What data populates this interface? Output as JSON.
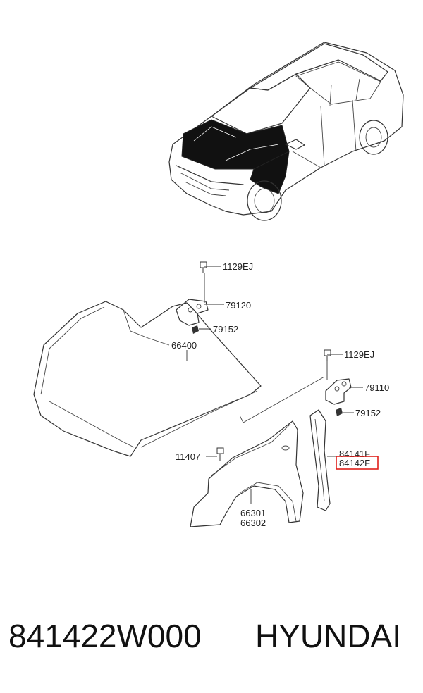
{
  "labels": {
    "bolt_hood_hinge": "1129EJ",
    "hinge_hood_lh": "79120",
    "hinge_nut_lh": "79152",
    "hood_panel": "66400",
    "bolt_fender_hinge": "1129EJ",
    "hinge_hood_rh": "79110",
    "hinge_nut_rh": "79152",
    "fender_bolt": "11407",
    "garnish_upper": "84141F",
    "garnish_highlighted": "84142F",
    "fender_lh": "66301",
    "fender_rh": "66302"
  },
  "highlight": {
    "part": "84142F",
    "color": "#e0201b"
  },
  "footer": {
    "part_number": "841422W000",
    "brand": "HYUNDAI"
  }
}
